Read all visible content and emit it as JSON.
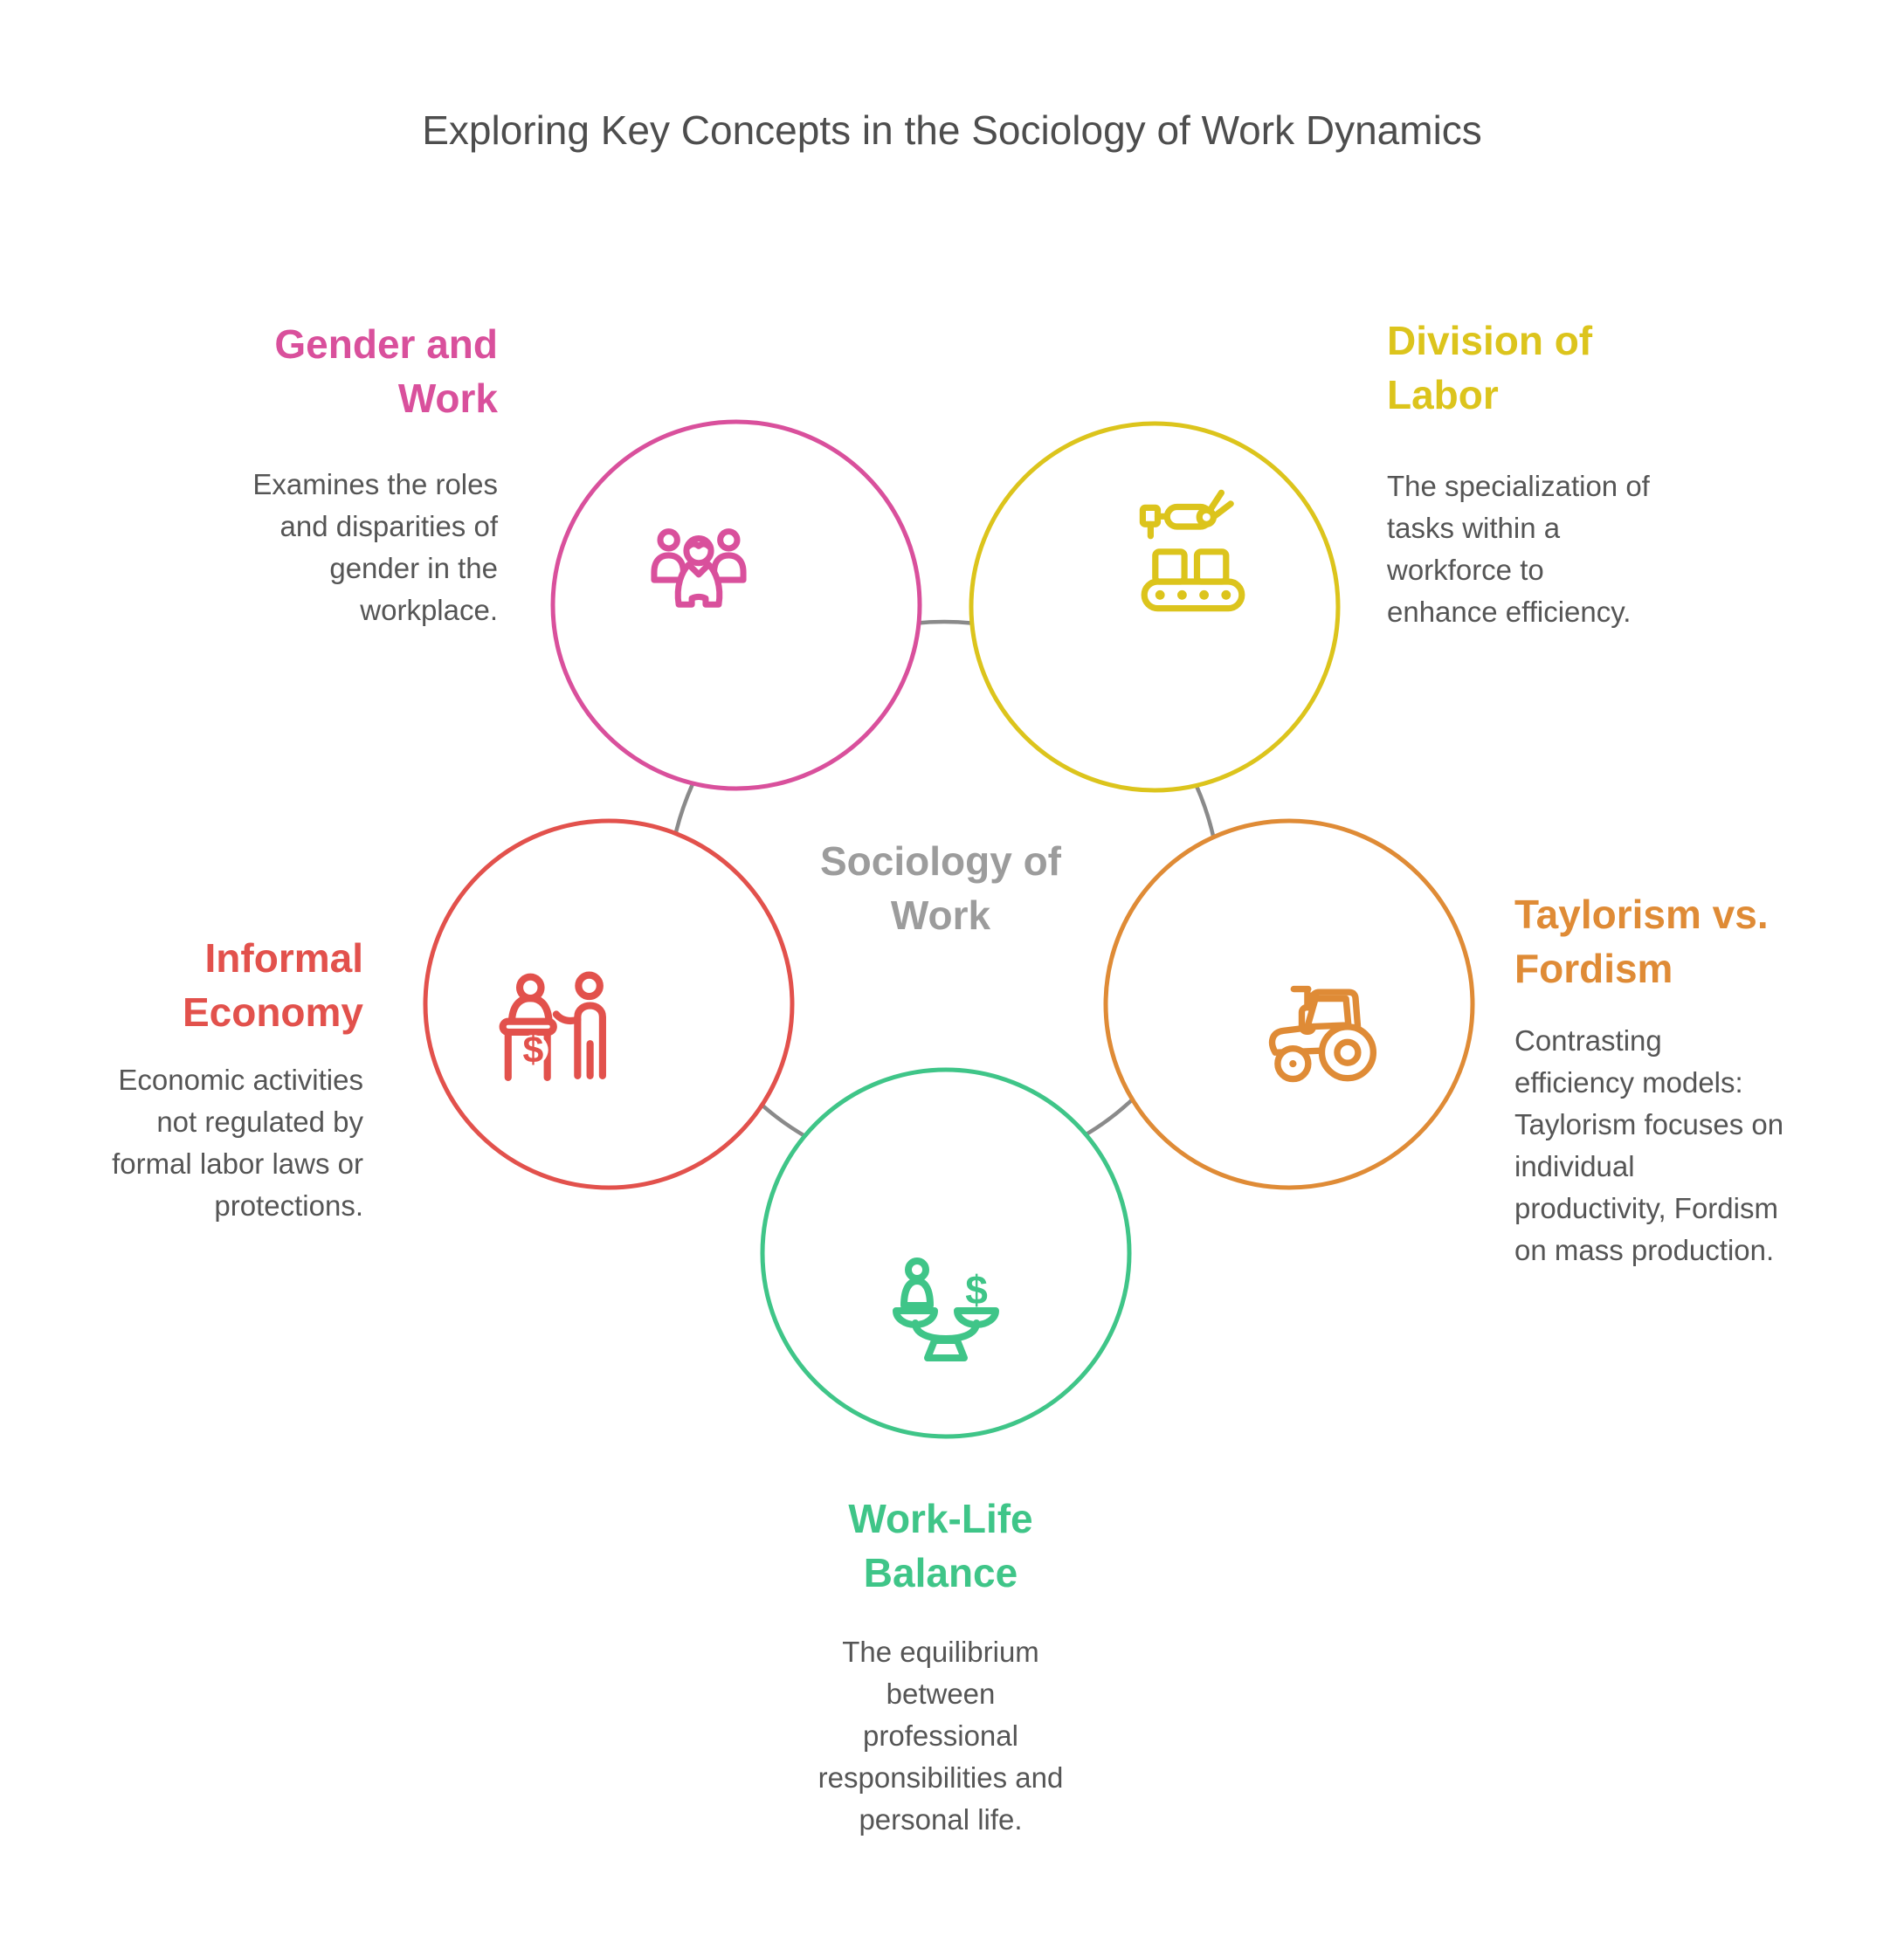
{
  "title": "Exploring Key Concepts in the Sociology of Work Dynamics",
  "center_label": {
    "line1": "Sociology of",
    "line2": "Work"
  },
  "colors": {
    "ring": "#8A8A8A",
    "center_text": "#9C9C9C",
    "title_text": "#4D4D4D",
    "body_text": "#555555"
  },
  "icon_symbols": {
    "informal_currency": "$",
    "worklife_currency": "$"
  },
  "sections": {
    "gender": {
      "title_line1": "Gender and",
      "title_line2": "Work",
      "color": "#D9509C",
      "icon": "people-group-icon",
      "desc_lines": [
        "Examines the roles",
        "and disparities of",
        "gender in the",
        "workplace."
      ]
    },
    "division": {
      "title_line1": "Division of",
      "title_line2": "Labor",
      "color": "#DCC41C",
      "icon": "conveyor-robot-icon",
      "desc_lines": [
        "The specialization of",
        "tasks within a",
        "workforce to",
        "enhance efficiency."
      ]
    },
    "informal": {
      "title_line1": "Informal",
      "title_line2": "Economy",
      "color": "#E2514C",
      "icon": "vendor-exchange-icon",
      "desc_lines": [
        "Economic activities",
        "not regulated by",
        "formal labor laws or",
        "protections."
      ]
    },
    "taylorism": {
      "title_line1": "Taylorism vs.",
      "title_line2": "Fordism",
      "color": "#DF8B36",
      "icon": "tractor-icon",
      "desc_lines": [
        "Contrasting",
        "efficiency models:",
        "Taylorism focuses on",
        "individual",
        "productivity, Fordism",
        "on mass production."
      ]
    },
    "worklife": {
      "title_line1": "Work-Life",
      "title_line2": "Balance",
      "color": "#3FC588",
      "icon": "balance-scale-icon",
      "desc_lines": [
        "The equilibrium",
        "between",
        "professional",
        "responsibilities and",
        "personal life."
      ]
    }
  }
}
